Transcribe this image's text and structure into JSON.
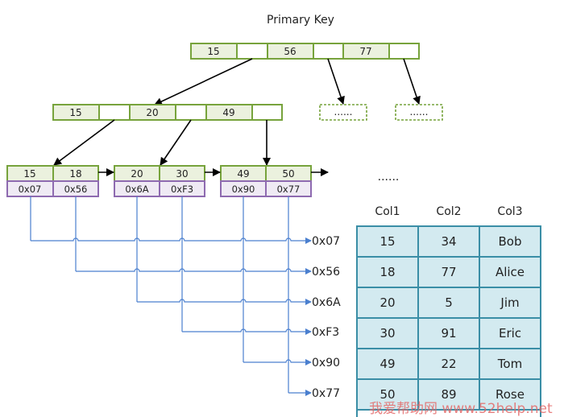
{
  "title": "Primary Key",
  "colors": {
    "key_fill": "#ebf1de",
    "key_stroke": "#77a33c",
    "addr_fill": "#efeaf4",
    "addr_stroke": "#8e6ab0",
    "pointer_line": "#4a7fcf",
    "table_fill": "#d3eaf0",
    "table_stroke": "#3a8ea6"
  },
  "root_node": {
    "keys": [
      "15",
      "56",
      "77"
    ]
  },
  "internal_node": {
    "keys": [
      "15",
      "20",
      "49"
    ]
  },
  "placeholder_nodes": [
    "......",
    "......"
  ],
  "leaf_nodes": [
    {
      "keys": [
        "15",
        "18"
      ],
      "addresses": [
        "0x07",
        "0x56"
      ]
    },
    {
      "keys": [
        "20",
        "30"
      ],
      "addresses": [
        "0x6A",
        "0xF3"
      ]
    },
    {
      "keys": [
        "49",
        "50"
      ],
      "addresses": [
        "0x90",
        "0x77"
      ]
    }
  ],
  "ellipsis": "......",
  "pointer_targets": [
    "0x07",
    "0x56",
    "0x6A",
    "0xF3",
    "0x90",
    "0x77"
  ],
  "table": {
    "columns": [
      "Col1",
      "Col2",
      "Col3"
    ],
    "rows": [
      [
        "15",
        "34",
        "Bob"
      ],
      [
        "18",
        "77",
        "Alice"
      ],
      [
        "20",
        "5",
        "Jim"
      ],
      [
        "30",
        "91",
        "Eric"
      ],
      [
        "49",
        "22",
        "Tom"
      ],
      [
        "50",
        "89",
        "Rose"
      ]
    ]
  },
  "watermark": "我爱帮助网 www.52help.net"
}
